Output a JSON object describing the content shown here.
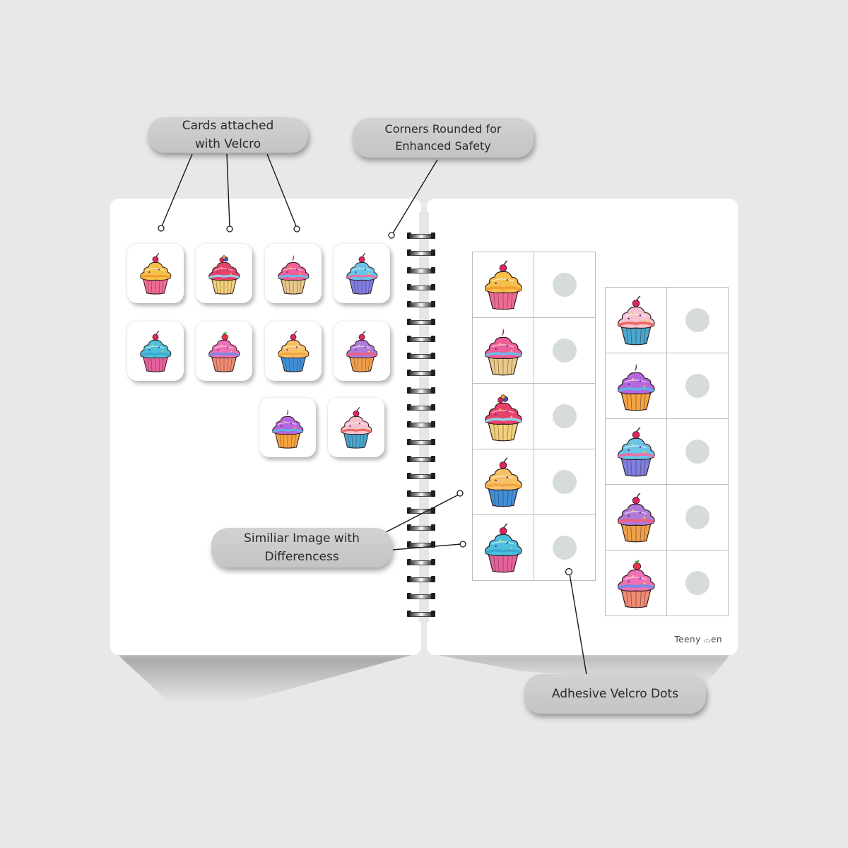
{
  "callouts": {
    "cards_velcro": {
      "line1": "Cards attached",
      "line2": "with Velcro"
    },
    "corners": {
      "line1": "Corners Rounded for",
      "line2": "Enhanced Safety"
    },
    "similar": {
      "line1": "Similiar Image with",
      "line2": "Differencess"
    },
    "dots": {
      "line1": "Adhesive Velcro Dots"
    }
  },
  "brand": {
    "text": "Teeny ⌓en"
  },
  "colors": {
    "background": "#e8e8e8",
    "page": "#ffffff",
    "callout": "#cbcbcb",
    "velcro_dot": "#d6dbdb",
    "grid_border": "#bdbdbd"
  },
  "left_page": {
    "cards": [
      {
        "name": "cupcake-yellow-frosting-pink-liner",
        "frost": "#f6c04a",
        "frost2": "#f0a030",
        "liner": "#ef6b94",
        "topper": "cherry"
      },
      {
        "name": "cupcake-red-frosting-blue-cream-yellow-liner",
        "frost": "#e8426b",
        "frost2": "#8fd0ea",
        "liner": "#f2d07a",
        "topper": "berries"
      },
      {
        "name": "cupcake-pink-blue-swirl-tan-liner",
        "frost": "#ef5f9a",
        "frost2": "#6fb8e8",
        "liner": "#e9c98a",
        "topper": "none"
      },
      {
        "name": "cupcake-blue-frosting-purple-liner",
        "frost": "#69c4e8",
        "frost2": "#ef6fa5",
        "liner": "#7f7ee0",
        "topper": "cherry"
      },
      {
        "name": "cupcake-teal-frosting-pink-liner",
        "frost": "#4cc0dc",
        "frost2": "#3aa9cf",
        "liner": "#e5609c",
        "topper": "cherry"
      },
      {
        "name": "cupcake-pink-frosting-strawberry",
        "frost": "#ef6fb7",
        "frost2": "#6f8ee8",
        "liner": "#f08a72",
        "topper": "strawberry"
      },
      {
        "name": "cupcake-orange-frosting-blue-liner",
        "frost": "#f8c068",
        "frost2": "#f2a640",
        "liner": "#3f90d8",
        "topper": "cherry"
      },
      {
        "name": "cupcake-purple-pink-frosting-orange-liner",
        "frost": "#b07ad8",
        "frost2": "#f06080",
        "liner": "#f0a04a",
        "topper": "cherry"
      },
      {
        "name": "cupcake-purple-swirl-orange-liner",
        "frost": "#b566e0",
        "frost2": "#5fb0e8",
        "liner": "#f4a440",
        "topper": "none"
      },
      {
        "name": "cupcake-light-pink-frosting-blue-liner",
        "frost": "#f6c2d0",
        "frost2": "#ef6860",
        "liner": "#4aa6cc",
        "topper": "cherry"
      }
    ]
  },
  "right_page": {
    "column_a": [
      {
        "name": "cupcake-yellow-frosting-pink-liner",
        "frost": "#f6c04a",
        "frost2": "#f0a030",
        "liner": "#ef6b94",
        "topper": "cherry"
      },
      {
        "name": "cupcake-pink-blue-swirl-tan-liner",
        "frost": "#ef5f9a",
        "frost2": "#6fb8e8",
        "liner": "#e9c98a",
        "topper": "none"
      },
      {
        "name": "cupcake-red-frosting-blue-cream-yellow-liner",
        "frost": "#e8426b",
        "frost2": "#8fd0ea",
        "liner": "#f2d07a",
        "topper": "berries"
      },
      {
        "name": "cupcake-orange-frosting-blue-liner",
        "frost": "#f8c068",
        "frost2": "#f2a640",
        "liner": "#3f90d8",
        "topper": "cherry"
      },
      {
        "name": "cupcake-teal-frosting-pink-liner",
        "frost": "#4cc0dc",
        "frost2": "#3aa9cf",
        "liner": "#e5609c",
        "topper": "cherry"
      }
    ],
    "column_b": [
      {
        "name": "cupcake-light-pink-frosting-blue-liner",
        "frost": "#f6c2d0",
        "frost2": "#ef6860",
        "liner": "#4aa6cc",
        "topper": "cherry"
      },
      {
        "name": "cupcake-purple-swirl-orange-liner",
        "frost": "#b566e0",
        "frost2": "#5fb0e8",
        "liner": "#f4a440",
        "topper": "none"
      },
      {
        "name": "cupcake-blue-frosting-purple-liner",
        "frost": "#69c4e8",
        "frost2": "#ef6fa5",
        "liner": "#7f7ee0",
        "topper": "cherry"
      },
      {
        "name": "cupcake-purple-pink-frosting-orange-liner",
        "frost": "#b07ad8",
        "frost2": "#f06080",
        "liner": "#f0a04a",
        "topper": "cherry"
      },
      {
        "name": "cupcake-pink-frosting-strawberry",
        "frost": "#ef6fb7",
        "frost2": "#6f8ee8",
        "liner": "#f08a72",
        "topper": "strawberry"
      }
    ]
  }
}
